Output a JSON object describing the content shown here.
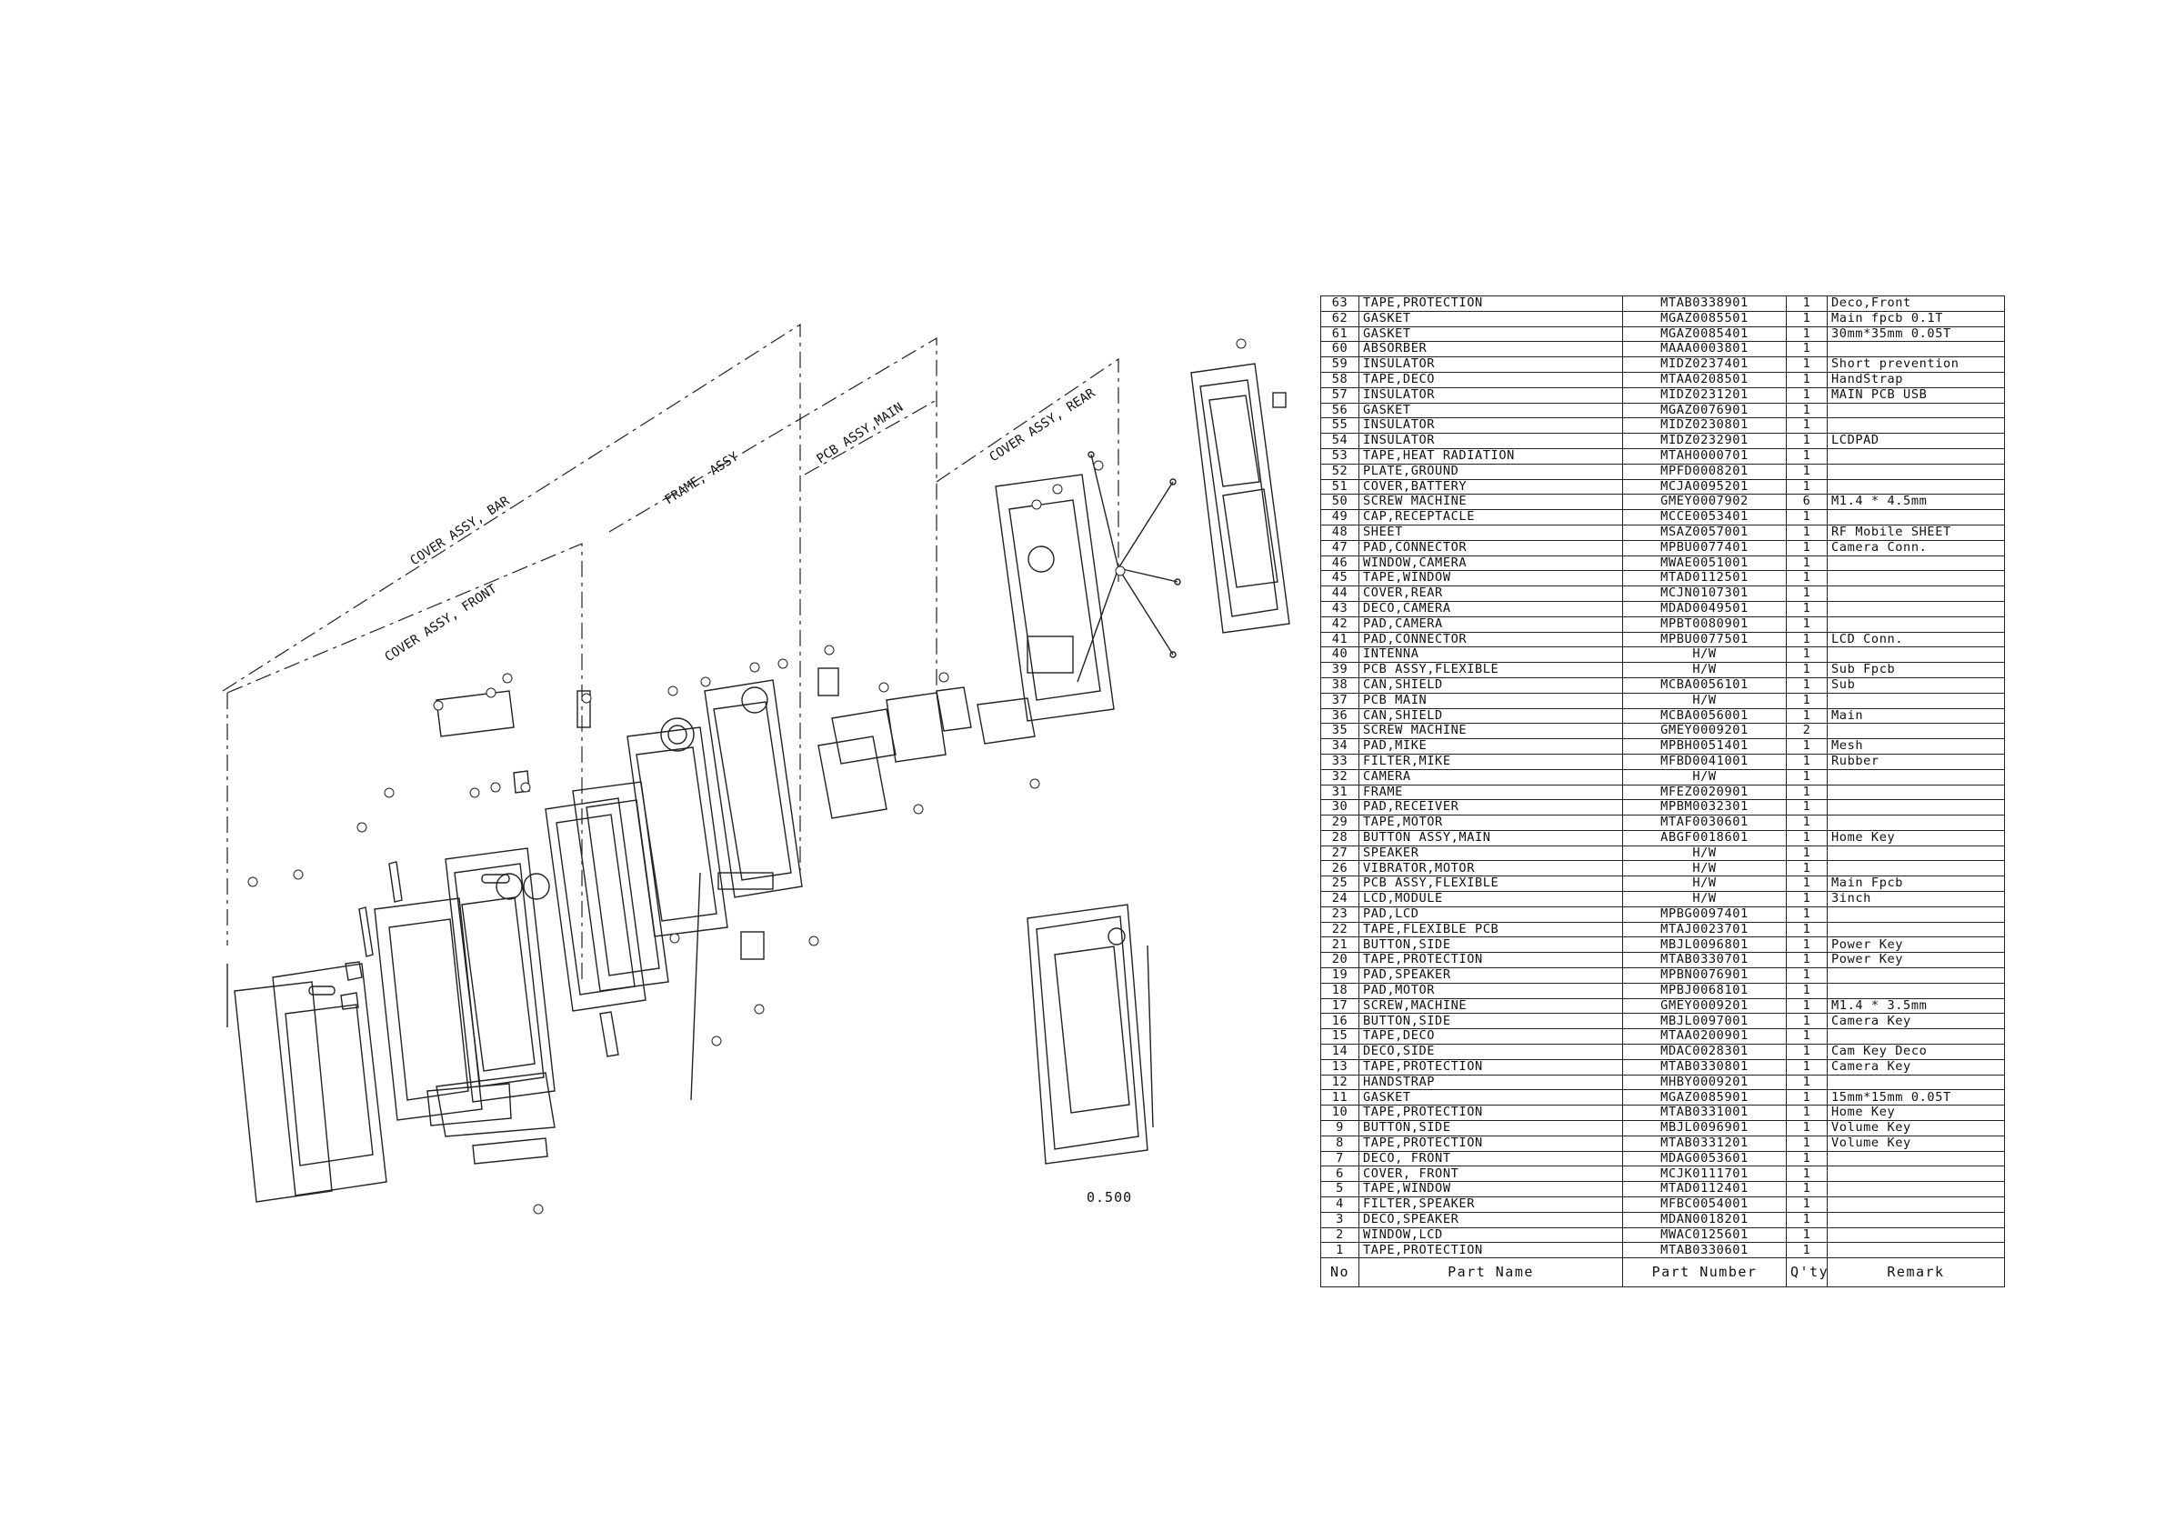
{
  "scale": "0.500",
  "group_labels": [
    "COVER ASSY, BAR",
    "COVER ASSY, FRONT",
    "FRAME, ASSY",
    "PCB ASSY,MAIN",
    "COVER ASSY, REAR"
  ],
  "parts_list": {
    "headers": [
      "No",
      "Part Name",
      "Part Number",
      "Q'ty",
      "Remark"
    ],
    "rows": [
      [
        "63",
        "TAPE,PROTECTION",
        "MTAB0338901",
        "1",
        "Deco,Front"
      ],
      [
        "62",
        "GASKET",
        "MGAZ0085501",
        "1",
        "Main fpcb 0.1T"
      ],
      [
        "61",
        "GASKET",
        "MGAZ0085401",
        "1",
        "30mm*35mm 0.05T"
      ],
      [
        "60",
        "ABSORBER",
        "MAAA0003801",
        "1",
        ""
      ],
      [
        "59",
        "INSULATOR",
        "MIDZ0237401",
        "1",
        "Short prevention"
      ],
      [
        "58",
        "TAPE,DECO",
        "MTAA0208501",
        "1",
        "HandStrap"
      ],
      [
        "57",
        "INSULATOR",
        "MIDZ0231201",
        "1",
        "MAIN PCB USB"
      ],
      [
        "56",
        "GASKET",
        "MGAZ0076901",
        "1",
        ""
      ],
      [
        "55",
        "INSULATOR",
        "MIDZ0230801",
        "1",
        ""
      ],
      [
        "54",
        "INSULATOR",
        "MIDZ0232901",
        "1",
        "LCDPAD"
      ],
      [
        "53",
        "TAPE,HEAT RADIATION",
        "MTAH0000701",
        "1",
        ""
      ],
      [
        "52",
        "PLATE,GROUND",
        "MPFD0008201",
        "1",
        ""
      ],
      [
        "51",
        "COVER,BATTERY",
        "MCJA0095201",
        "1",
        ""
      ],
      [
        "50",
        "SCREW MACHINE",
        "GMEY0007902",
        "6",
        "M1.4 * 4.5mm"
      ],
      [
        "49",
        "CAP,RECEPTACLE",
        "MCCE0053401",
        "1",
        ""
      ],
      [
        "48",
        "SHEET",
        "MSAZ0057001",
        "1",
        "RF Mobile SHEET"
      ],
      [
        "47",
        "PAD,CONNECTOR",
        "MPBU0077401",
        "1",
        "Camera Conn."
      ],
      [
        "46",
        "WINDOW,CAMERA",
        "MWAE0051001",
        "1",
        ""
      ],
      [
        "45",
        "TAPE,WINDOW",
        "MTAD0112501",
        "1",
        ""
      ],
      [
        "44",
        "COVER,REAR",
        "MCJN0107301",
        "1",
        ""
      ],
      [
        "43",
        "DECO,CAMERA",
        "MDAD0049501",
        "1",
        ""
      ],
      [
        "42",
        "PAD,CAMERA",
        "MPBT0080901",
        "1",
        ""
      ],
      [
        "41",
        "PAD,CONNECTOR",
        "MPBU0077501",
        "1",
        "LCD Conn."
      ],
      [
        "40",
        "INTENNA",
        "H/W",
        "1",
        ""
      ],
      [
        "39",
        "PCB ASSY,FLEXIBLE",
        "H/W",
        "1",
        "Sub Fpcb"
      ],
      [
        "38",
        "CAN,SHIELD",
        "MCBA0056101",
        "1",
        "Sub"
      ],
      [
        "37",
        "PCB MAIN",
        "H/W",
        "1",
        ""
      ],
      [
        "36",
        "CAN,SHIELD",
        "MCBA0056001",
        "1",
        "Main"
      ],
      [
        "35",
        "SCREW MACHINE",
        "GMEY0009201",
        "2",
        ""
      ],
      [
        "34",
        "PAD,MIKE",
        "MPBH0051401",
        "1",
        "Mesh"
      ],
      [
        "33",
        "FILTER,MIKE",
        "MFBD0041001",
        "1",
        "Rubber"
      ],
      [
        "32",
        "CAMERA",
        "H/W",
        "1",
        ""
      ],
      [
        "31",
        "FRAME",
        "MFEZ0020901",
        "1",
        ""
      ],
      [
        "30",
        "PAD,RECEIVER",
        "MPBM0032301",
        "1",
        ""
      ],
      [
        "29",
        "TAPE,MOTOR",
        "MTAF0030601",
        "1",
        ""
      ],
      [
        "28",
        "BUTTON ASSY,MAIN",
        "ABGF0018601",
        "1",
        "Home Key"
      ],
      [
        "27",
        "SPEAKER",
        "H/W",
        "1",
        ""
      ],
      [
        "26",
        "VIBRATOR,MOTOR",
        "H/W",
        "1",
        ""
      ],
      [
        "25",
        "PCB ASSY,FLEXIBLE",
        "H/W",
        "1",
        "Main Fpcb"
      ],
      [
        "24",
        "LCD,MODULE",
        "H/W",
        "1",
        "3inch"
      ],
      [
        "23",
        "PAD,LCD",
        "MPBG0097401",
        "1",
        ""
      ],
      [
        "22",
        "TAPE,FLEXIBLE PCB",
        "MTAJ0023701",
        "1",
        ""
      ],
      [
        "21",
        "BUTTON,SIDE",
        "MBJL0096801",
        "1",
        "Power Key"
      ],
      [
        "20",
        "TAPE,PROTECTION",
        "MTAB0330701",
        "1",
        "Power Key"
      ],
      [
        "19",
        "PAD,SPEAKER",
        "MPBN0076901",
        "1",
        ""
      ],
      [
        "18",
        "PAD,MOTOR",
        "MPBJ0068101",
        "1",
        ""
      ],
      [
        "17",
        "SCREW,MACHINE",
        "GMEY0009201",
        "1",
        "M1.4 * 3.5mm"
      ],
      [
        "16",
        "BUTTON,SIDE",
        "MBJL0097001",
        "1",
        "Camera Key"
      ],
      [
        "15",
        "TAPE,DECO",
        "MTAA0200901",
        "1",
        ""
      ],
      [
        "14",
        "DECO,SIDE",
        "MDAC0028301",
        "1",
        "Cam Key Deco"
      ],
      [
        "13",
        "TAPE,PROTECTION",
        "MTAB0330801",
        "1",
        "Camera Key"
      ],
      [
        "12",
        "HANDSTRAP",
        "MHBY0009201",
        "1",
        ""
      ],
      [
        "11",
        "GASKET",
        "MGAZ0085901",
        "1",
        "15mm*15mm 0.05T"
      ],
      [
        "10",
        "TAPE,PROTECTION",
        "MTAB0331001",
        "1",
        "Home Key"
      ],
      [
        "9",
        "BUTTON,SIDE",
        "MBJL0096901",
        "1",
        "Volume Key"
      ],
      [
        "8",
        "TAPE,PROTECTION",
        "MTAB0331201",
        "1",
        "Volume Key"
      ],
      [
        "7",
        "DECO, FRONT",
        "MDAG0053601",
        "1",
        ""
      ],
      [
        "6",
        "COVER, FRONT",
        "MCJK0111701",
        "1",
        ""
      ],
      [
        "5",
        "TAPE,WINDOW",
        "MTAD0112401",
        "1",
        ""
      ],
      [
        "4",
        "FILTER,SPEAKER",
        "MFBC0054001",
        "1",
        ""
      ],
      [
        "3",
        "DECO,SPEAKER",
        "MDAN0018201",
        "1",
        ""
      ],
      [
        "2",
        "WINDOW,LCD",
        "MWAC0125601",
        "1",
        ""
      ],
      [
        "1",
        "TAPE,PROTECTION",
        "MTAB0330601",
        "1",
        ""
      ]
    ]
  }
}
